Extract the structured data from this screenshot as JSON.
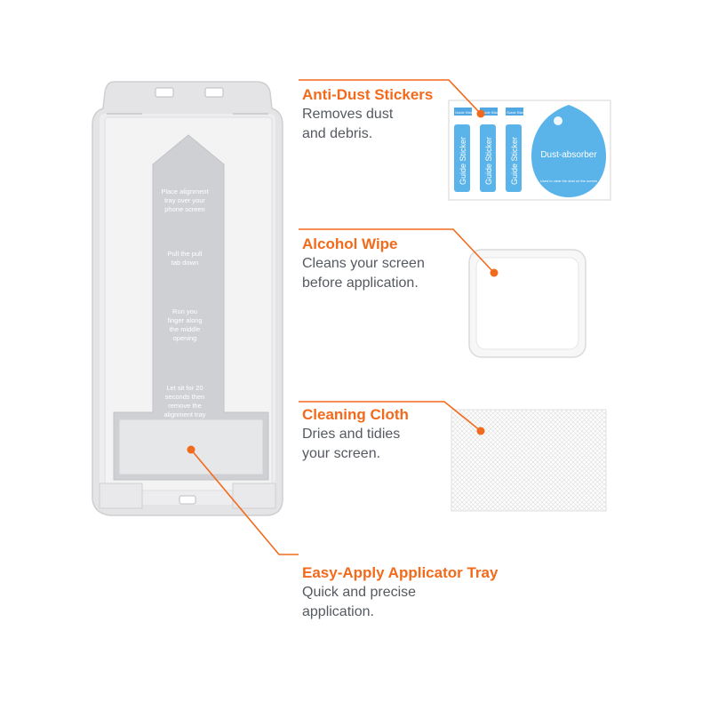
{
  "accent_color": "#f26a1b",
  "text_color": "#555a60",
  "callouts": {
    "anti_dust": {
      "title": "Anti-Dust Stickers",
      "desc": "Removes dust\nand debris."
    },
    "alcohol_wipe": {
      "title": "Alcohol Wipe",
      "desc": "Cleans your screen\nbefore application."
    },
    "cleaning_cloth": {
      "title": "Cleaning Cloth",
      "desc": "Dries and tidies\nyour screen."
    },
    "tray": {
      "title": "Easy-Apply Applicator Tray",
      "desc": "Quick and precise\napplication."
    }
  },
  "tray": {
    "steps": [
      "Place alignment\ntray over your\nphone screen",
      "Pull the pull\ntab down",
      "Run you\nfinger along\nthe middle\nopening",
      "Let sit for 20\nseconds then\nremove the\nalignment tray"
    ]
  },
  "stickers": {
    "guide_label": "Guide Sticker",
    "small_label": "Guide Sticker",
    "dust_label": "Dust-absorber",
    "dust_note": "Used to clear the dust on the screen"
  }
}
